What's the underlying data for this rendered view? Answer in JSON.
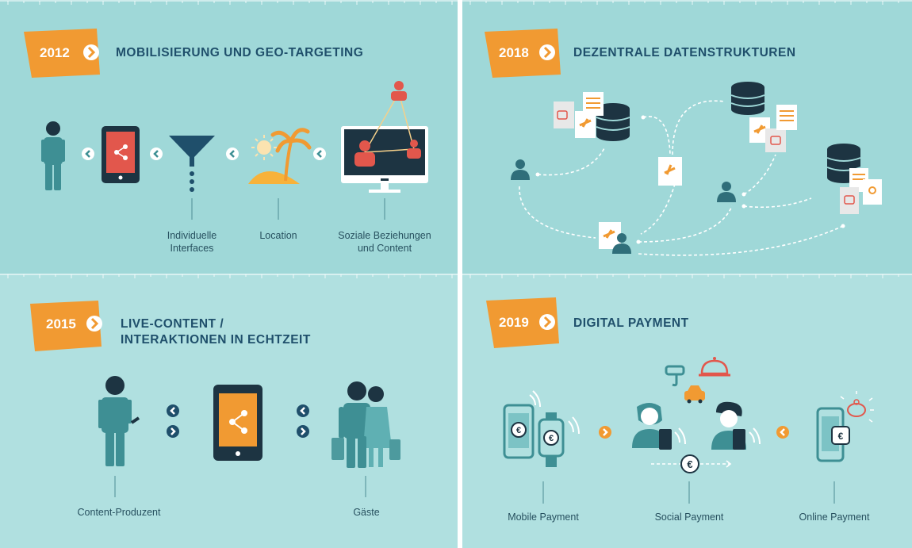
{
  "panels": [
    {
      "year": "2012",
      "title": "MOBILISIERUNG UND GEO-TARGETING",
      "labels": [
        "Individuelle\nInterfaces",
        "Location",
        "Soziale Beziehungen\nund Content"
      ]
    },
    {
      "year": "2018",
      "title": "DEZENTRALE DATENSTRUKTUREN",
      "labels": []
    },
    {
      "year": "2015",
      "title_line1": "LIVE-CONTENT /",
      "title_line2": "INTERAKTIONEN IN ECHTZEIT",
      "labels": [
        "Content-Produzent",
        "Gäste"
      ]
    },
    {
      "year": "2019",
      "title": "DIGITAL PAYMENT",
      "labels": [
        "Mobile Payment",
        "Social Payment",
        "Online Payment"
      ]
    }
  ],
  "colors": {
    "orange": "#f19a32",
    "navy": "#1f4f6b",
    "teal_dark": "#2f6e7a",
    "figure": "#3e8f94",
    "dark": "#1d3442",
    "red": "#e2574c"
  },
  "icons": [
    "person-icon",
    "smartphone-share-icon",
    "funnel-icon",
    "island-icon",
    "monitor-network-icon",
    "database-icon",
    "document-icon",
    "euro-coin-icon",
    "smartwatch-icon",
    "piggy-bank-icon"
  ]
}
